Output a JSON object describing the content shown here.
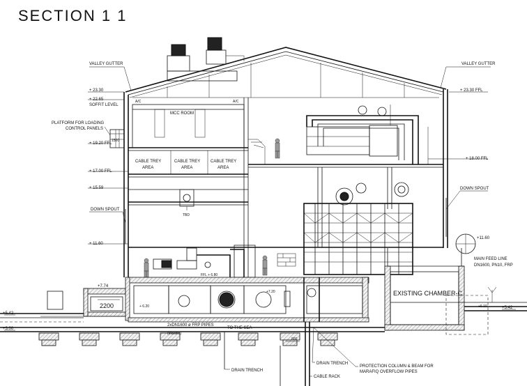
{
  "title": "SECTION 1 1",
  "labels": {
    "valley_gutter_left": "VALLEY GUTTER",
    "valley_gutter_right": "VALLEY GUTTER",
    "level_2330_left": "+ 23.30",
    "level_2330_right": "+ 23.30 FFL",
    "level_2265": "+ 22.65",
    "soffit_level": "SOFFIT LEVEL",
    "ac_left": "A/C",
    "ac_right": "A/C",
    "mcc_room": "MCC ROOM",
    "platform_1": "PLATFORM FOR LOADING",
    "platform_2": "CONTROL PANELS",
    "level_1920": "+ 19.20 FFL",
    "dim_1500": "1500",
    "cable_tray_1a": "CABLE TREY",
    "cable_tray_1b": "AREA",
    "cable_tray_2a": "CABLE TREY",
    "cable_tray_2b": "AREA",
    "cable_tray_3a": "CABLE TREY",
    "cable_tray_3b": "AREA",
    "level_1800": "+ 18.00 FFL",
    "level_1700": "+ 17.00 FFL",
    "level_1559": "+ 15.59",
    "tbd": "TBD",
    "down_spout_left": "DOWN SPOUT",
    "down_spout_right": "DOWN SPOUT",
    "level_1160_left": "+ 11.60",
    "level_1160_right": "+11.60",
    "main_feed_1": "MAIN FEED LINE",
    "main_feed_2": "DN1600, PN10, FRP",
    "level_774": "+7.74",
    "dim_2200": "2200",
    "ffl_680": "FFL + 6.80",
    "level_620": "+ 6.20",
    "level_720": "+7.20",
    "existing_chamber": "EXISTING CHAMBER-C",
    "level_610": "+6.10",
    "level_542_left": "+5.42",
    "level_542_right": "+5.42",
    "level_300": "+3.00",
    "pipes_1": "2xDN1600 ø FRP PIPES",
    "pipes_2": "(Marafiq)",
    "to_sea": "TO THE SEA",
    "dim_800": "800",
    "drain_trench_1": "DRAIN TRENCH",
    "drain_trench_2": "DRAIN TRENCH",
    "protection_1": "PROTECTION COLUMN & BEAM FOR",
    "protection_2": "MARAFIQ OVERFLOW PIPES",
    "cable_rack": "CABLE RACK"
  }
}
